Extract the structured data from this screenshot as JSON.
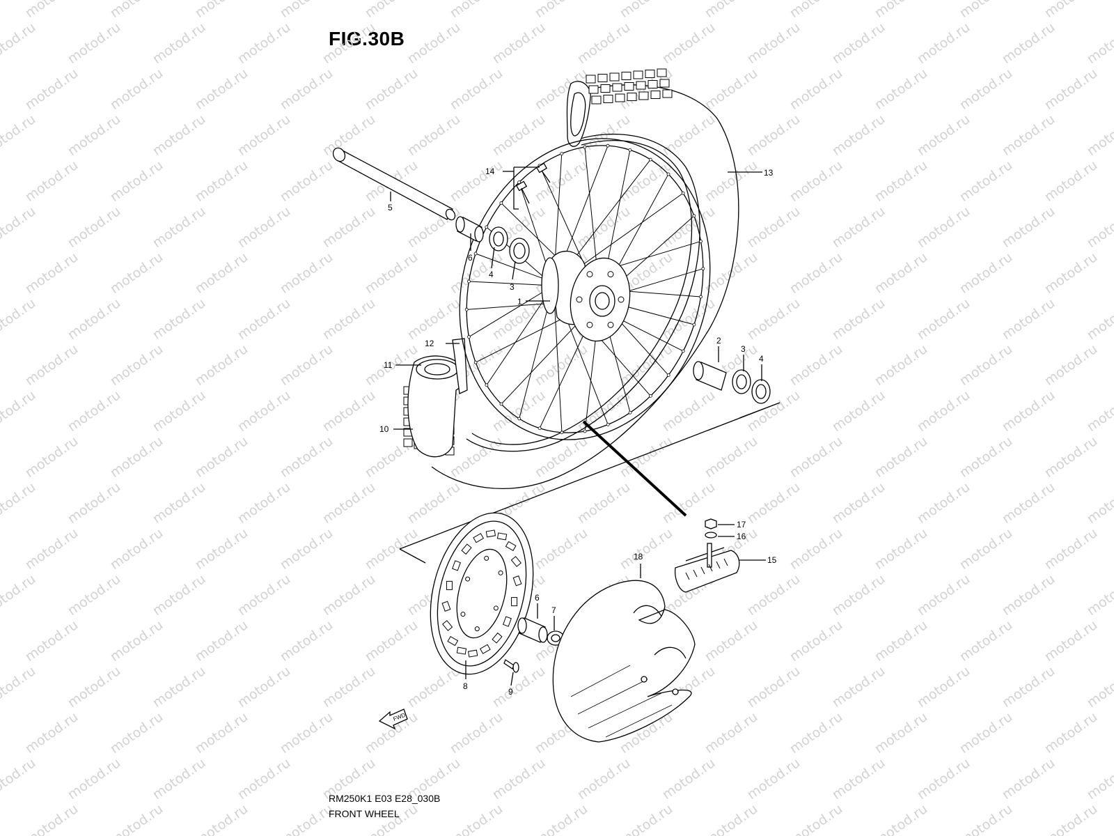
{
  "diagram": {
    "title": "FIG.30B",
    "model_code": "RM250K1 E03 E28_030B",
    "caption": "FRONT WHEEL",
    "watermark": "motod.ru",
    "fwd_label": "FWD"
  },
  "callouts": [
    {
      "id": "1",
      "label": "1"
    },
    {
      "id": "2",
      "label": "2"
    },
    {
      "id": "3a",
      "label": "3"
    },
    {
      "id": "3b",
      "label": "3"
    },
    {
      "id": "4a",
      "label": "4"
    },
    {
      "id": "4b",
      "label": "4"
    },
    {
      "id": "5",
      "label": "5"
    },
    {
      "id": "6a",
      "label": "6"
    },
    {
      "id": "6b",
      "label": "6"
    },
    {
      "id": "7",
      "label": "7"
    },
    {
      "id": "8",
      "label": "8"
    },
    {
      "id": "9",
      "label": "9"
    },
    {
      "id": "10",
      "label": "10"
    },
    {
      "id": "11",
      "label": "11"
    },
    {
      "id": "12",
      "label": "12"
    },
    {
      "id": "13",
      "label": "13"
    },
    {
      "id": "14",
      "label": "14"
    },
    {
      "id": "15",
      "label": "15"
    },
    {
      "id": "16",
      "label": "16"
    },
    {
      "id": "17",
      "label": "17"
    },
    {
      "id": "18",
      "label": "18"
    }
  ]
}
